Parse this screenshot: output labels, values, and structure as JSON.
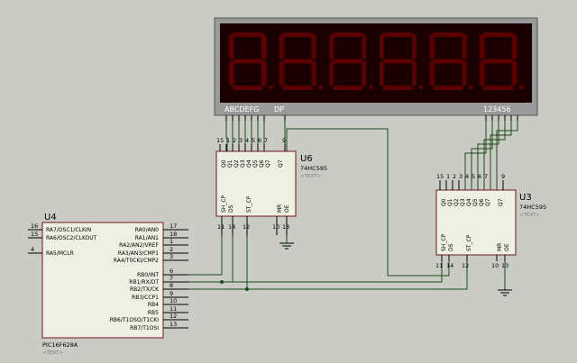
{
  "display": {
    "segment_label": "ABCDEFG",
    "dp_label": "DP",
    "digit_label": "123456",
    "digit_count": 6
  },
  "u6": {
    "ref": "U6",
    "part": "74HC595",
    "placeholder": "<TEXT>",
    "pin_q0": "Q0",
    "pin_q1": "Q1",
    "pin_q2": "Q2",
    "pin_q3": "Q3",
    "pin_q4": "Q4",
    "pin_q5": "Q5",
    "pin_q6": "Q6",
    "pin_q7": "Q7",
    "pin_sh_cp": "SH_CP",
    "pin_ds": "DS",
    "pin_st_cp": "ST_CP",
    "pin_mr": "MR",
    "pin_oe": "OE",
    "num_q0": "15",
    "num_q1": "1",
    "num_q2": "2",
    "num_q3": "3",
    "num_q4": "4",
    "num_q5": "5",
    "num_q6": "6",
    "num_q7": "7",
    "num_q7s": "9",
    "num_sh_cp": "11",
    "num_ds": "14",
    "num_st_cp": "12",
    "num_mr": "10",
    "num_oe": "13"
  },
  "u3": {
    "ref": "U3",
    "part": "74HC595",
    "placeholder": "<TEXT>",
    "pin_q0": "Q0",
    "pin_q1": "Q1",
    "pin_q2": "Q2",
    "pin_q3": "Q3",
    "pin_q4": "Q4",
    "pin_q5": "Q5",
    "pin_q6": "Q6",
    "pin_q7": "Q7",
    "pin_sh_cp": "SH_CP",
    "pin_ds": "DS",
    "pin_st_cp": "ST_CP",
    "pin_mr": "MR",
    "pin_oe": "OE",
    "num_q0": "15",
    "num_q1": "1",
    "num_q2": "2",
    "num_q3": "3",
    "num_q4": "4",
    "num_q5": "5",
    "num_q6": "6",
    "num_q7": "7",
    "num_q7s": "9",
    "num_sh_cp": "11",
    "num_ds": "14",
    "num_st_cp": "12",
    "num_mr": "10",
    "num_oe": "13"
  },
  "u4": {
    "ref": "U4",
    "part": "PIC16F628A",
    "placeholder": "<TEXT>",
    "left_pins": [
      {
        "num": "16",
        "label": "RA7/OSC1/CLKIN"
      },
      {
        "num": "15",
        "label": "RA6/OSC2/CLKOUT"
      },
      {
        "num": "4",
        "label": "RA5/MCLR"
      }
    ],
    "right_pins": [
      {
        "num": "17",
        "label": "RA0/AN0"
      },
      {
        "num": "18",
        "label": "RA1/AN1"
      },
      {
        "num": "1",
        "label": "RA2/AN2/VREF"
      },
      {
        "num": "2",
        "label": "RA3/AN3/CMP1"
      },
      {
        "num": "3",
        "label": "RA4/T0CKI/CMP2"
      },
      {
        "num": "6",
        "label": "RB0/INT"
      },
      {
        "num": "7",
        "label": "RB1/RX/DT"
      },
      {
        "num": "8",
        "label": "RB2/TX/CK"
      },
      {
        "num": "9",
        "label": "RB3/CCP1"
      },
      {
        "num": "10",
        "label": "RB4"
      },
      {
        "num": "11",
        "label": "RB5"
      },
      {
        "num": "12",
        "label": "RB6/T1OSO/T1CKI"
      },
      {
        "num": "13",
        "label": "RB7/T1OSI"
      }
    ]
  },
  "colors": {
    "background": "#c9cbc4",
    "display_frame": "#9a9a9a",
    "display_bg": "#1a0000",
    "segment_off": "#5a0000",
    "chip_fill": "#eef0e3",
    "chip_border": "#6b1a1a",
    "wire": "#1a4a1a"
  }
}
